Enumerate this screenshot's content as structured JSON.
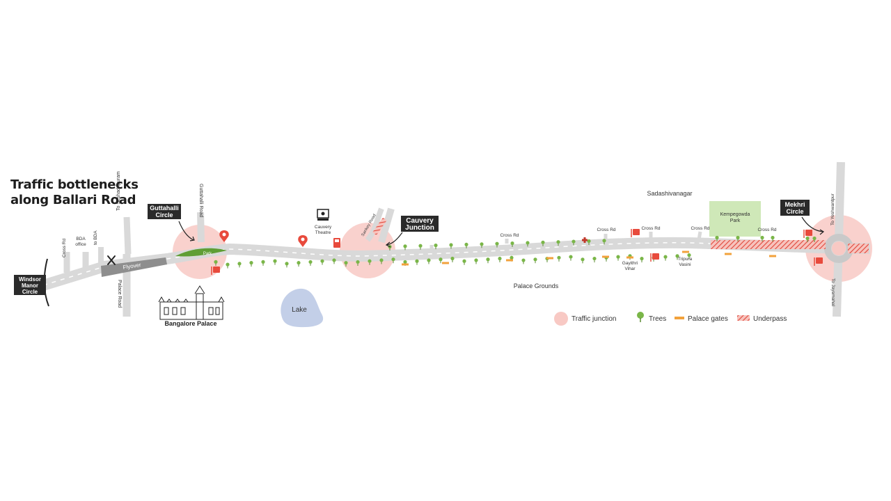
{
  "title": {
    "line1": "Traffic bottlenecks",
    "line2": "along Ballari Road"
  },
  "junction_labels": {
    "windsor": [
      "Windsor",
      "Manor",
      "Circle"
    ],
    "guttahalli": [
      "Guttahalli",
      "Circle"
    ],
    "cauvery": [
      "Cauvery",
      "Junction"
    ],
    "mekhri": [
      "Mekhri",
      "Circle"
    ]
  },
  "labels": {
    "flyover": "Flyover",
    "park": "Park",
    "guttahalli_road": "Guttahalli Road",
    "to_seshadripuram": "To Seshadripuram",
    "palace_road": "Palace Road",
    "cross_rd": "Cross Rd",
    "bda_office": [
      "BDA",
      "office"
    ],
    "to_bda": "to BDA",
    "sankey_road": "Sankey Road",
    "cauvery_theatre": [
      "Cauvery",
      "Theatre"
    ],
    "bangalore_palace": "Bangalore Palace",
    "lake": "Lake",
    "palace_grounds": "Palace Grounds",
    "sadashivanagar": "Sadashivanagar",
    "kempegowda_park": [
      "Kempegowda",
      "Park"
    ],
    "gayithri_vihar": [
      "Gayithri",
      "Vihar"
    ],
    "tripura_vasini": [
      "Tripura",
      "Vasini"
    ],
    "to_yeshwantpur": "To Yeshwantpur",
    "to_jayamahal": "To Jayamahal"
  },
  "legend": {
    "traffic_junction": "Traffic junction",
    "trees": "Trees",
    "palace_gates": "Palace gates",
    "underpass": "Underpass"
  },
  "colors": {
    "road": "#d9d9d9",
    "junction": "#f8c9c4",
    "tree": "#7ab648",
    "gate": "#f2a23c",
    "underpass": "#e0473a",
    "label_bg": "#2a2a2a",
    "marker": "#e84a3c",
    "lake": "#c3cfe8",
    "park": "#cfe8b8"
  },
  "icons": [
    "fork-knife-icon",
    "bus-stop-icon",
    "location-pin-icon",
    "fuel-pump-icon",
    "theatre-icon",
    "hospital-cross-icon",
    "tree-icon"
  ]
}
